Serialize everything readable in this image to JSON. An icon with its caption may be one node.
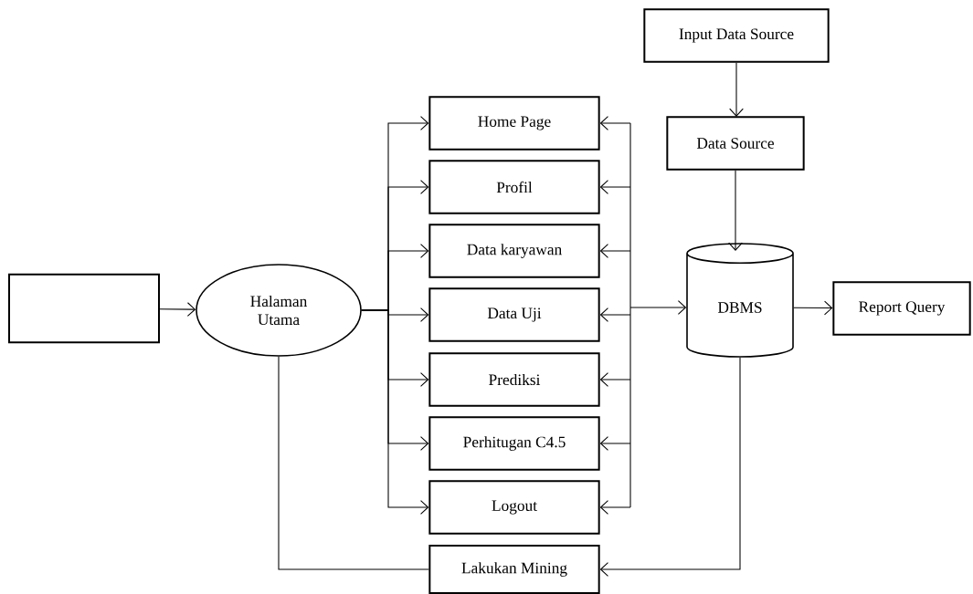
{
  "diagram": {
    "nodes": [
      {
        "text": [],
        "shape": "box"
      },
      {
        "text": [
          "Halaman Utama"
        ]
      },
      {
        "text": [
          "Home Page"
        ]
      },
      {
        "text": [
          "Profil"
        ]
      },
      {
        "text": [
          "Data karyawan"
        ]
      },
      {
        "text": [
          "Data Uji"
        ]
      },
      {
        "text": [
          "Prediksi"
        ]
      },
      {
        "text": [
          "Perhitugan C4.5"
        ]
      },
      {
        "text": [
          "Logout"
        ]
      },
      {
        "text": [
          "Lakukan Mining"
        ]
      },
      {
        "text": [
          "Input Data Source"
        ]
      },
      {
        "text": [
          "Data Source"
        ]
      },
      {
        "text": [
          "DBMS"
        ]
      },
      {
        "text": [
          "Report Query"
        ]
      }
    ],
    "edges": [
      {
        "from": 0,
        "to": 1,
        "arrow": "to"
      },
      {
        "from": 1,
        "to": 2,
        "arrow": "to"
      },
      {
        "from": 1,
        "to": 3,
        "arrow": "to"
      },
      {
        "from": 1,
        "to": 4,
        "arrow": "to"
      },
      {
        "from": 1,
        "to": 5,
        "arrow": "to"
      },
      {
        "from": 1,
        "to": 6,
        "arrow": "to"
      },
      {
        "from": 1,
        "to": 7,
        "arrow": "to"
      },
      {
        "from": 1,
        "to": 8,
        "arrow": "to"
      },
      {
        "from": 2,
        "to": 12,
        "arrow": "both"
      },
      {
        "from": 3,
        "to": 12,
        "arrow": "both"
      },
      {
        "from": 4,
        "to": 12,
        "arrow": "both"
      },
      {
        "from": 5,
        "to": 12,
        "arrow": "both"
      },
      {
        "from": 6,
        "to": 12,
        "arrow": "both"
      },
      {
        "from": 7,
        "to": 12,
        "arrow": "both"
      },
      {
        "from": 8,
        "to": 12,
        "arrow": "both"
      },
      {
        "from": 1,
        "to": 9,
        "arrow": "none"
      },
      {
        "from": 12,
        "to": 9,
        "arrow": "to"
      },
      {
        "from": 10,
        "to": 11,
        "arrow": "to"
      },
      {
        "from": 11,
        "to": 12,
        "arrow": "to"
      },
      {
        "from": 12,
        "to": 13,
        "arrow": "to"
      }
    ]
  }
}
